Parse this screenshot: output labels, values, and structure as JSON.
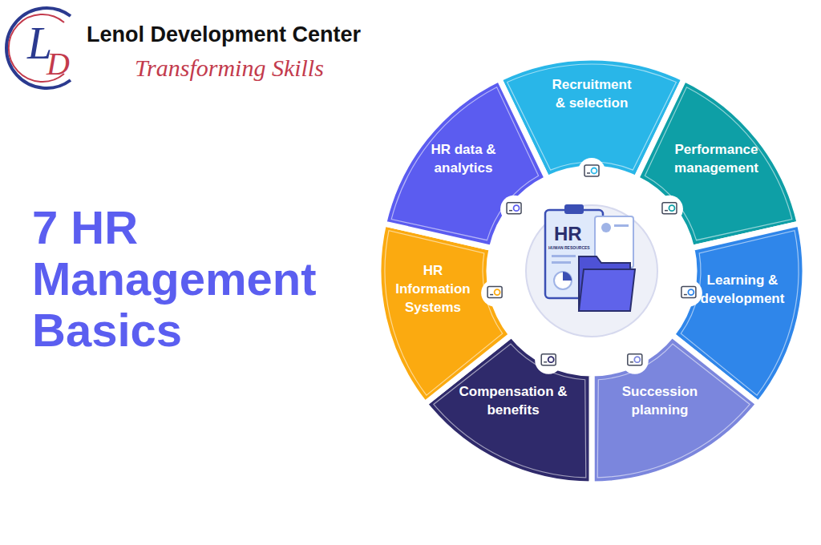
{
  "diagram": {
    "title": "7 HR Management Basics",
    "nodes": [
      {
        "text": [
          "Recruitment & selection"
        ]
      },
      {
        "text": [
          "Performance management"
        ]
      },
      {
        "text": [
          "Learning & development"
        ]
      },
      {
        "text": [
          "Succession planning"
        ]
      },
      {
        "text": [
          "Compensation & benefits"
        ]
      },
      {
        "text": [
          "HR Information Systems"
        ]
      },
      {
        "text": [
          "HR data & analytics"
        ]
      }
    ],
    "labels": [
      "Lenol Development Center",
      "Transforming Skills",
      "L",
      "D",
      "HR",
      "HUMAN RESOURCES"
    ]
  }
}
